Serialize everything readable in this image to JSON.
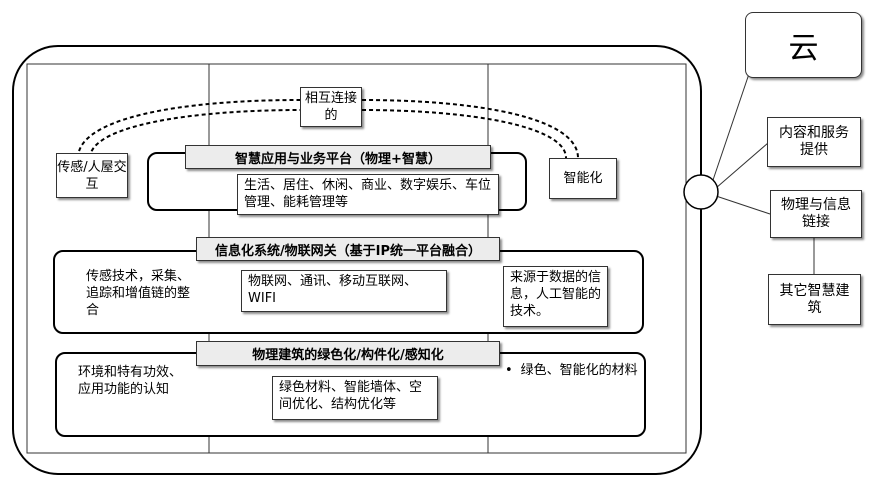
{
  "title_box": "相互连接的",
  "left_node": "传感/人屋交互",
  "right_node": "智能化",
  "layer1": {
    "header": "智慧应用与业务平台（物理+智慧）",
    "content": "生活、居住、休闲、商业、数字娱乐、车位管理、能耗管理等"
  },
  "layer2": {
    "header": "信息化系统/物联网关（基于IP统一平台融合）",
    "left_text": "传感技术，采集、追踪和增值链的整合",
    "content": "物联网、通讯、移动互联网、WIFI",
    "right_text": "来源于数据的信息，人工智能的技术。"
  },
  "layer3": {
    "header": "物理建筑的绿色化/构件化/感知化",
    "left_text": "环境和特有功效、应用功能的认知",
    "content": "绿色材料、智能墙体、空间优化、结构优化等",
    "bullet": "•",
    "right_text": "绿色、智能化的材料"
  },
  "cloud": {
    "title": "云",
    "items": [
      "内容和服务提供",
      "物理与信息链接",
      "其它智慧建筑"
    ]
  }
}
